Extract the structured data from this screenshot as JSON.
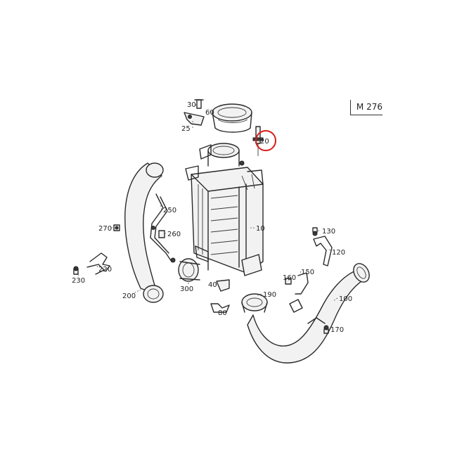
{
  "diagram_code": "M 276",
  "highlighted_part": "20",
  "callouts": {
    "c10": "10",
    "c20": "20",
    "c25": "25",
    "c30": "30",
    "c40": "40",
    "c60": "60",
    "c80": "80",
    "c100": "100",
    "c120": "120",
    "c130": "130",
    "c150": "150",
    "c160": "160",
    "c170": "170",
    "c190": "190",
    "c200": "200",
    "c220": "220",
    "c230": "230",
    "c250": "250",
    "c260": "260",
    "c270": "270",
    "c300": "300"
  }
}
